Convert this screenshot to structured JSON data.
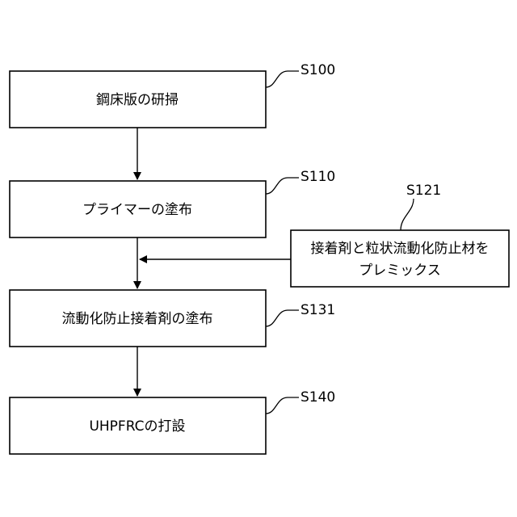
{
  "steps": [
    {
      "id": "S100",
      "text": "鋼床版の研掃"
    },
    {
      "id": "S110",
      "text": "プライマーの塗布"
    },
    {
      "id": "S131",
      "text": "流動化防止接着剤の塗布"
    },
    {
      "id": "S140",
      "text": "UHPFRCの打設"
    }
  ],
  "side_step": {
    "id": "S121",
    "line1": "接着剤と粒状流動化防止材を",
    "line2": "プレミックス"
  }
}
